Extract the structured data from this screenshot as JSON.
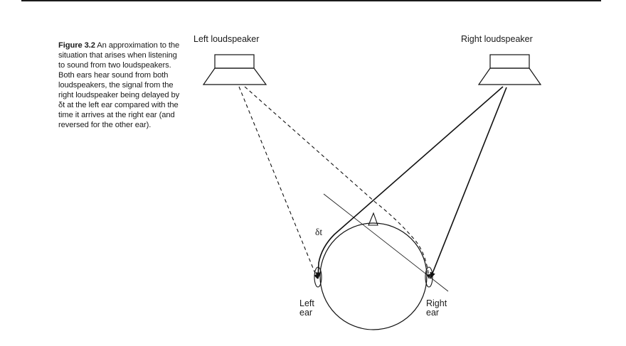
{
  "figure": {
    "label": "Figure 3.2",
    "caption": "An approximation to the situation that arises when listening to sound from two loudspeakers. Both ears hear sound from both loudspeakers, the signal from the right loudspeaker being delayed by δt at the left ear compared with the time it arrives at the right ear (and reversed for the other ear)."
  },
  "diagram": {
    "left_speaker_label": "Left loudspeaker",
    "right_speaker_label": "Right loudspeaker",
    "delay_label": "δt",
    "left_ear_label_line1": "Left",
    "left_ear_label_line2": "ear",
    "right_ear_label_line1": "Right",
    "right_ear_label_line2": "ear"
  }
}
